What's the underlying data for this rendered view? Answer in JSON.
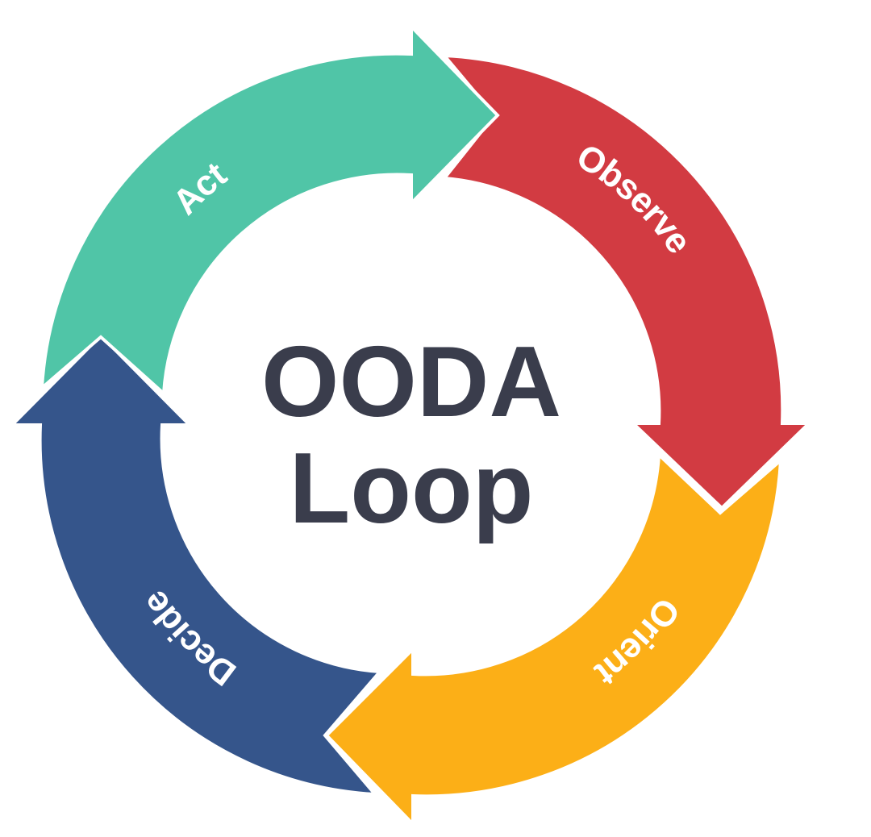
{
  "center": {
    "line1": "OODA",
    "line2": "Loop"
  },
  "segments": [
    {
      "id": "observe",
      "label": "Observe",
      "color": "#d23b42"
    },
    {
      "id": "orient",
      "label": "Orient",
      "color": "#fcaf17"
    },
    {
      "id": "decide",
      "label": "Decide",
      "color": "#35558b"
    },
    {
      "id": "act",
      "label": "Act",
      "color": "#50c5a7"
    }
  ]
}
